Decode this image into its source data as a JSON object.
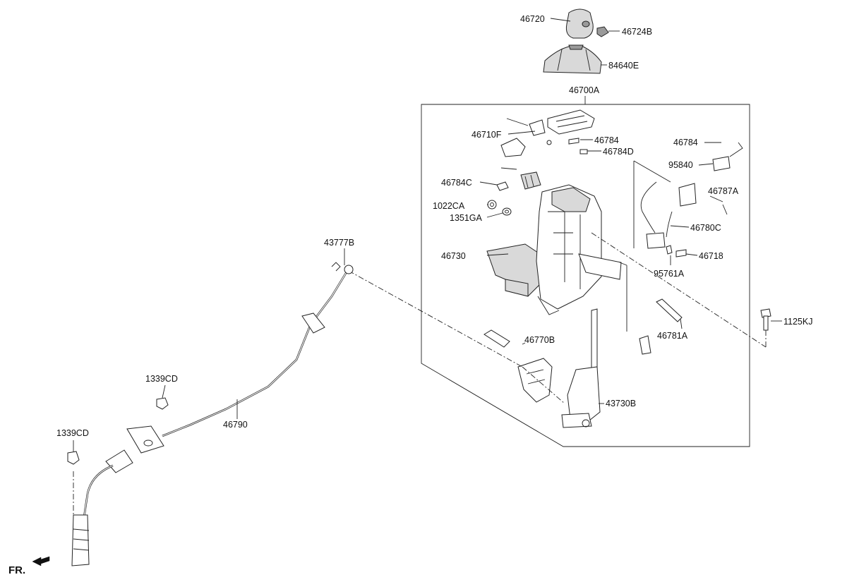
{
  "diagram": {
    "labels": {
      "k46720": "46720",
      "k46724B": "46724B",
      "k84640E": "84640E",
      "k46700A": "46700A",
      "k46710F": "46710F",
      "k46784a": "46784",
      "k46784D": "46784D",
      "k46784b": "46784",
      "k95840": "95840",
      "k46784C": "46784C",
      "k46787A": "46787A",
      "k1022CA": "1022CA",
      "k1351GA": "1351GA",
      "k46780C": "46780C",
      "k46730": "46730",
      "k46718": "46718",
      "k95761A": "95761A",
      "k43777B": "43777B",
      "k1125KJ": "1125KJ",
      "k46781A": "46781A",
      "k46770B": "46770B",
      "k1339CDa": "1339CD",
      "k43730B": "43730B",
      "k46790": "46790",
      "k1339CDb": "1339CD"
    },
    "direction_label": "FR."
  }
}
